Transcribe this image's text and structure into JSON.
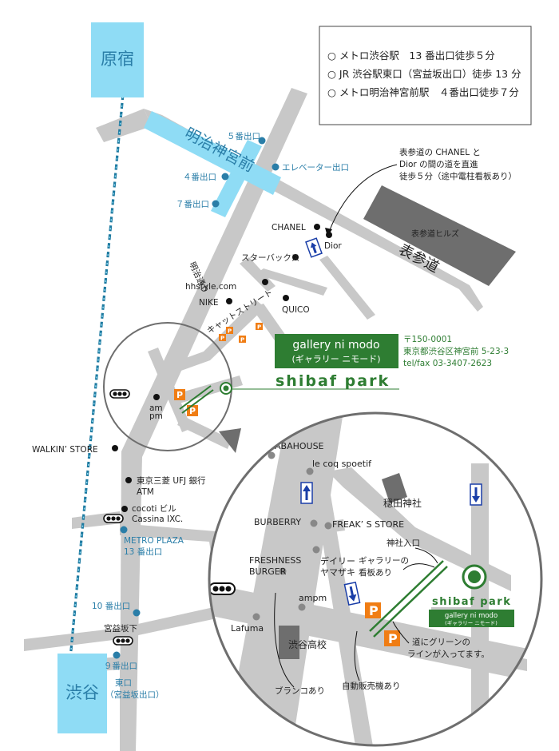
{
  "access_box": {
    "lines": [
      "○ メトロ渋谷駅　13 番出口徒歩５分",
      "○ JR 渋谷駅東口（宮益坂出口）徒歩 13 分",
      "○ メトロ明治神宮前駅　４番出口徒歩７分"
    ]
  },
  "stations": {
    "harajuku": "原宿",
    "shibuya": "渋谷",
    "meiji_jingumae": "明治神宮前"
  },
  "exits": {
    "exit5": "５番出口",
    "exit4": "４番出口",
    "exit7": "７番出口",
    "elevator": "エレベーター出口",
    "exit10": "10 番出口",
    "exit9": "９番出口",
    "east1": "東口",
    "east2": "（宮益坂出口）",
    "metro_plaza1": "METRO PLAZA",
    "metro_plaza2": "13 番出口"
  },
  "roads": {
    "meiji_dori": "明治通り",
    "omotesando": "表参道",
    "cat_street": "キャットストリート",
    "omotesando_hills": "表参道ヒルズ",
    "miyamasuzaka_shita": "宮益坂下"
  },
  "landmarks": {
    "chanel": "CHANEL",
    "dior": "Dior",
    "starbucks": "スターバックス",
    "hhstyle": "hhstyle.com",
    "nike": "NIKE",
    "quico": "QUICO",
    "ampm_small1": "am",
    "ampm_small2": "pm",
    "walkin": "WALKIN’ STORE",
    "ufj1": "東京三菱 UFJ 銀行",
    "ufj2": "ATM",
    "cocoti1": "cocoti ビル",
    "cocoti2": "Cassina IXC."
  },
  "note_top": {
    "line1": "表参道の CHANEL と",
    "line2": "Dior の間の道を直進",
    "line3": "徒歩５分（途中電柱看板あり）"
  },
  "gallery": {
    "name": "gallery ni modo",
    "name_kana": "(ギャラリー ニモード)",
    "zip": "〒150-0001",
    "address": "東京都渋谷区神宮前 5-23-3",
    "tel": "tel/fax 03-3407-2623",
    "park": "shibaf park"
  },
  "detail": {
    "abahouse": "ABAHOUSE",
    "lecoq": "le coq spoetif",
    "burberry": "BURBERRY",
    "freaks": "FREAK’ S STORE",
    "freshness1": "FRESHNESS",
    "freshness2": "BURGER",
    "daily1": "デイリー",
    "daily2": "ヤマザキ",
    "ampm": "ampm",
    "lafuma": "Lafuma",
    "school": "渋谷高校",
    "shrine": "穏田神社",
    "shrine_entrance": "神社入口",
    "signboard1": "ギャラリーの",
    "signboard2": "看板あり",
    "green_line1": "道にグリーンの",
    "green_line2": "ラインが入ってます。",
    "swing": "ブランコあり",
    "vending": "自動販売機あり",
    "park": "shibaf park",
    "gallery_name": "gallery ni modo",
    "gallery_kana": "(ギャラリー ニモード)",
    "parking": "P"
  },
  "colors": {
    "road": "#c8c8c8",
    "rail": "#8fdcf5",
    "label_blue": "#2a7ea8",
    "gallery_green": "#2e7d32",
    "parking_orange": "#f07d14",
    "building": "#6e6e6e"
  }
}
